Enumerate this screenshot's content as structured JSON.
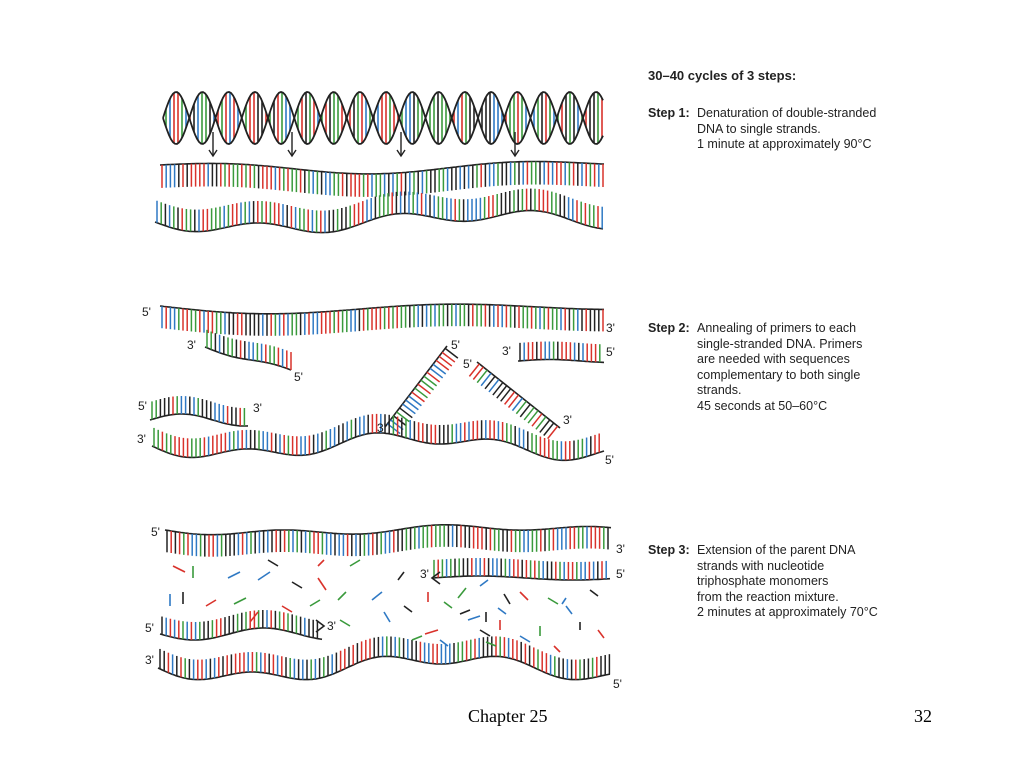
{
  "title": "30–40 cycles of 3 steps:",
  "steps": [
    {
      "label": "Step 1:",
      "lines": [
        "Denaturation of double-stranded",
        "DNA to single strands.",
        "1 minute at approximately 90°C"
      ]
    },
    {
      "label": "Step 2:",
      "lines": [
        "Annealing of primers to each",
        "single-stranded DNA.  Primers",
        "are needed with sequences",
        "complementary to both single",
        "strands.",
        "45 seconds at 50–60°C"
      ]
    },
    {
      "label": "Step 3:",
      "lines": [
        "Extension of the parent DNA",
        "strands with nucleotide",
        "triphosphate monomers",
        "from the reaction mixture.",
        "2 minutes at approximately 70°C"
      ]
    }
  ],
  "strand_end_labels": {
    "five_prime": "5'",
    "three_prime": "3'"
  },
  "footer": {
    "chapter": "Chapter 25",
    "page_number": "32"
  },
  "colors": {
    "backbone": "#222222",
    "base_red": "#d9322b",
    "base_green": "#3a9a3c",
    "base_blue": "#2f79c4",
    "base_black": "#222222"
  }
}
